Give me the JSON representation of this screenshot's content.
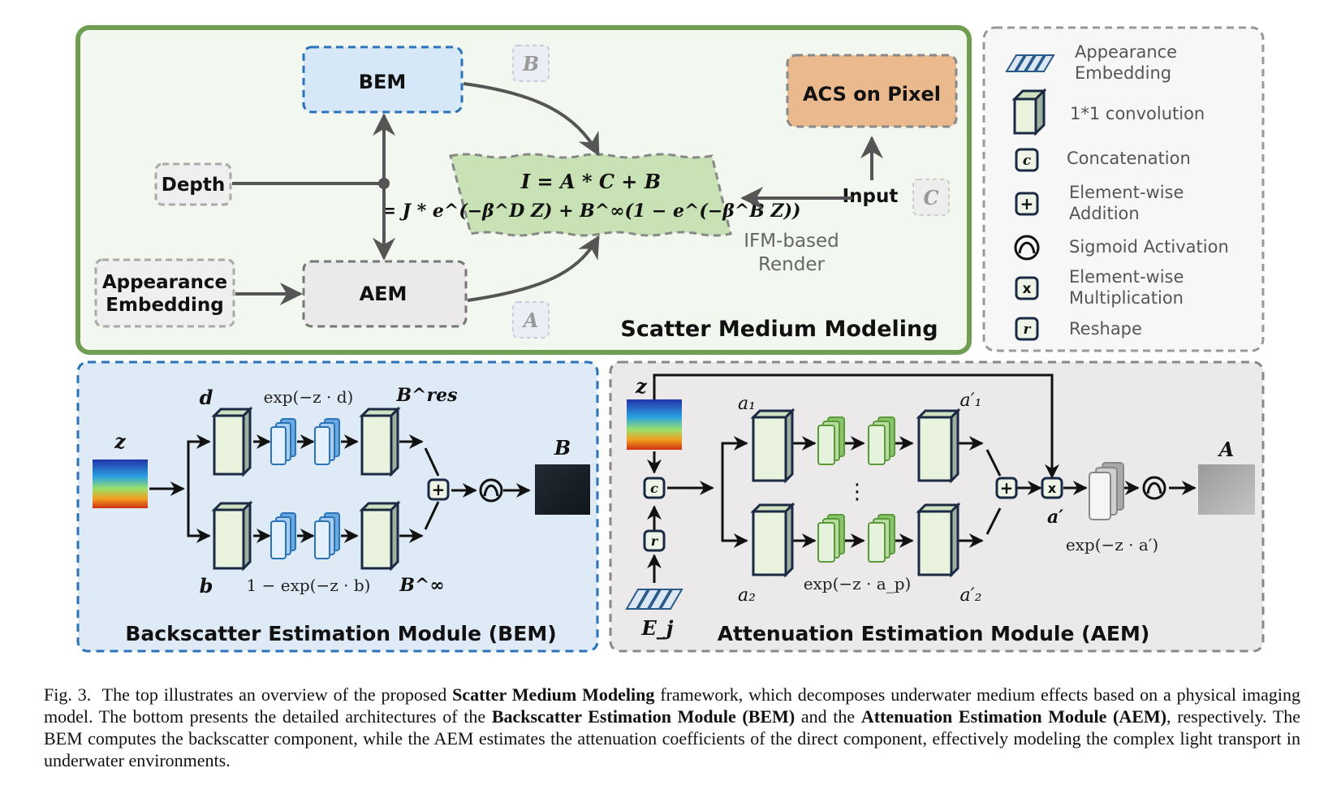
{
  "top": {
    "title": "Scatter Medium Modeling",
    "bem": "BEM",
    "aem": "AEM",
    "depth": "Depth",
    "appearance_line1": "Appearance",
    "appearance_line2": "Embedding",
    "acs": "ACS on Pixel",
    "input": "Input",
    "render_line1": "IFM-based",
    "render_line2": "Render",
    "eq_line1": "I = A * C + B",
    "eq_line2": "= J * e^(−β^D Z) + B^∞(1 − e^(−β^B Z))",
    "tag_b": "B",
    "tag_a": "A",
    "tag_c": "C"
  },
  "legend": [
    {
      "icon": "appearance-embedding-icon",
      "line1": "Appearance",
      "line2": "Embedding"
    },
    {
      "icon": "conv-1x1-icon",
      "line1": "1*1  convolution",
      "line2": ""
    },
    {
      "icon": "concatenation-icon",
      "symbol": "c",
      "line1": "Concatenation",
      "line2": ""
    },
    {
      "icon": "addition-icon",
      "symbol": "+",
      "line1": "Element-wise",
      "line2": "Addition"
    },
    {
      "icon": "sigmoid-icon",
      "line1": "Sigmoid Activation",
      "line2": ""
    },
    {
      "icon": "multiplication-icon",
      "symbol": "x",
      "line1": "Element-wise",
      "line2": "Multiplication"
    },
    {
      "icon": "reshape-icon",
      "symbol": "r",
      "line1": "Reshape",
      "line2": ""
    }
  ],
  "bem_module": {
    "title": "Backscatter Estimation Module (BEM)",
    "z": "z",
    "d": "d",
    "b": "b",
    "exp_d": "exp(−z · d)",
    "one_minus": "1 − exp(−z · b)",
    "b_res": "B^res",
    "b_inf": "B^∞",
    "out": "B"
  },
  "aem_module": {
    "title": "Attenuation Estimation Module (AEM)",
    "z": "z",
    "a1": "a₁",
    "a2": "a₂",
    "a1p": "a′₁",
    "a2p": "a′₂",
    "ap": "a′",
    "exp_ap": "exp(−z · a_p)",
    "exp_a": "exp(−z · a′)",
    "ej": "E_j",
    "out": "A",
    "dots": "⋮"
  },
  "caption": {
    "fig": "Fig. 3.",
    "t1": "The top illustrates an overview of the proposed",
    "b1": "Scatter Medium Modeling",
    "t2": "framework, which decomposes underwater medium effects based on a physical imaging model. The bottom presents the detailed architectures of the",
    "b2": "Backscatter Estimation Module (BEM)",
    "t3": "and the",
    "b3": "Attenuation Estimation Module (AEM)",
    "t4": ", respectively. The BEM computes the backscatter component, while the AEM estimates the attenuation coefficients of the direct component, effectively modeling the complex light transport in underwater environments."
  },
  "colors": {
    "top_border": "#6f9e52",
    "top_bg": "#f2f7ef",
    "bem_bg": "#deeaf6",
    "bem_border": "#2a73b8",
    "aem_bg": "#ece9ea",
    "eq_bg": "#c9e2b5",
    "acs_bg": "#eab98e"
  }
}
